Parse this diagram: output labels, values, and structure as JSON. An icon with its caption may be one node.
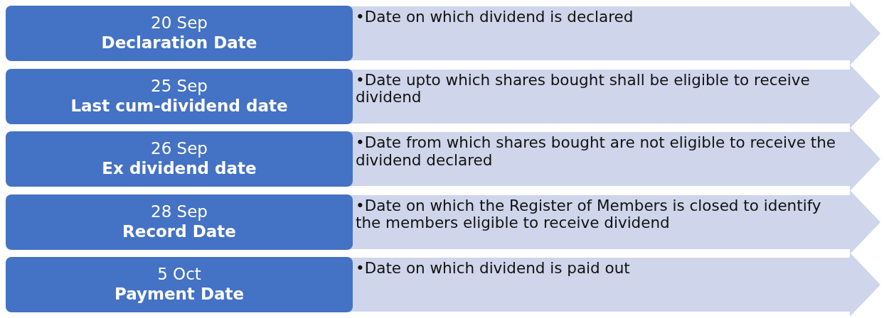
{
  "diagram": {
    "nodes": [
      {
        "text": [
          "20 Sep",
          "Declaration Date"
        ]
      },
      {
        "text": [
          "•Date on which dividend is declared"
        ]
      },
      {
        "text": [
          "25 Sep",
          "Last cum-dividend date"
        ]
      },
      {
        "text": [
          "•Date upto which shares bought shall be eligible to receive dividend"
        ]
      },
      {
        "text": [
          "26 Sep",
          "Ex dividend date"
        ]
      },
      {
        "text": [
          "•Date from which shares bought are not eligible to receive the dividend declared"
        ]
      },
      {
        "text": [
          "28 Sep",
          "Record Date"
        ]
      },
      {
        "text": [
          "•Date on which the Register of Members is closed to identify the members eligible to receive dividend"
        ]
      },
      {
        "text": [
          "5 Oct",
          "Payment Date"
        ]
      },
      {
        "text": [
          "•Date on which dividend is paid out"
        ]
      }
    ],
    "edges": []
  }
}
